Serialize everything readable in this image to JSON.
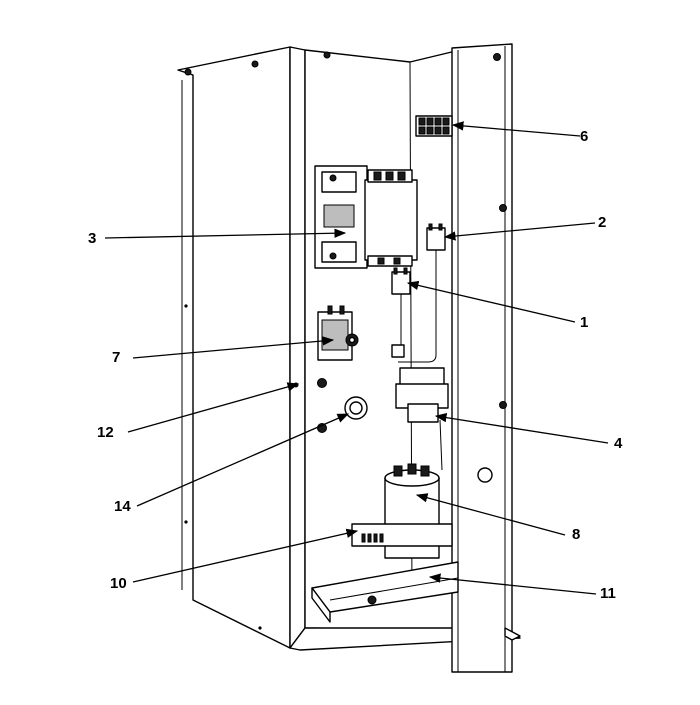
{
  "callouts": {
    "c1": "1",
    "c2": "2",
    "c3": "3",
    "c4": "4",
    "c6": "6",
    "c7": "7",
    "c8": "8",
    "c10": "10",
    "c11": "11",
    "c12": "12",
    "c14": "14"
  }
}
